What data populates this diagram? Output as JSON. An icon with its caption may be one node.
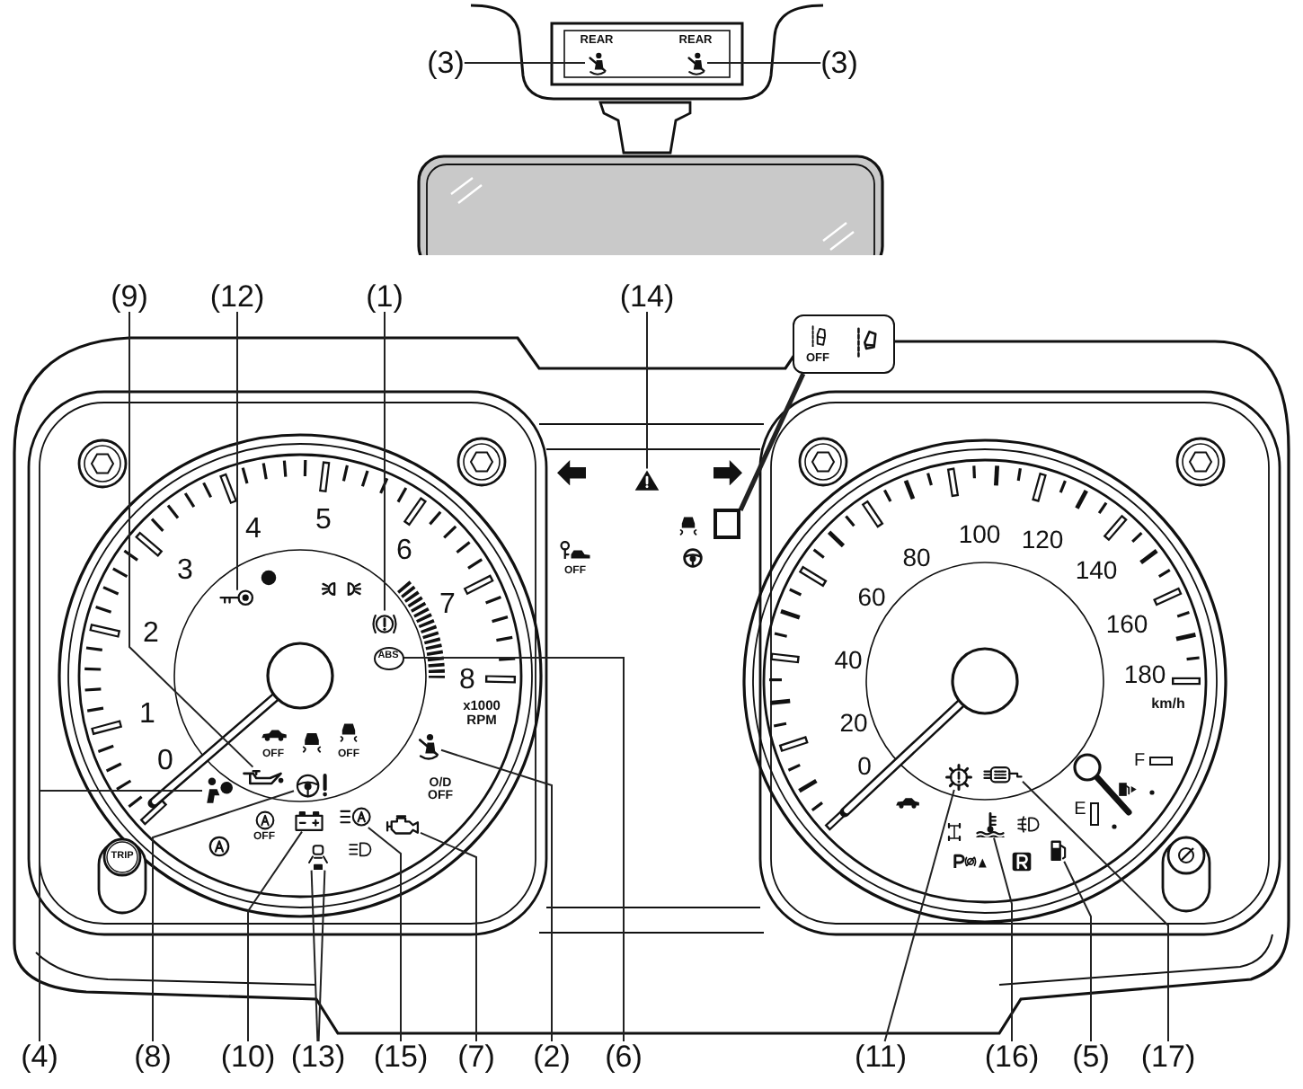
{
  "diagram": {
    "nodes": [
      {
        "text": [
          "(3)"
        ]
      },
      {
        "text": [],
        "shape": "picture",
        "beside": [
          "REAR"
        ]
      },
      {
        "text": [],
        "shape": "picture",
        "beside": [
          "REAR"
        ]
      },
      {
        "text": [
          "(3)"
        ]
      },
      {
        "text": [
          "(9)"
        ]
      },
      {
        "text": [
          "(12)"
        ]
      },
      {
        "text": [
          "(1)"
        ]
      },
      {
        "text": [
          "(14)"
        ]
      },
      {
        "text": [
          "OFF"
        ]
      },
      {
        "text": [],
        "shape": "picture"
      },
      {
        "text": [],
        "shape": "picture"
      },
      {
        "text": [],
        "shape": "picture"
      },
      {
        "text": [],
        "shape": "box"
      },
      {
        "text": [
          "ABS"
        ]
      },
      {
        "text": [],
        "shape": "picture"
      },
      {
        "text": [],
        "shape": "picture"
      },
      {
        "text": [],
        "shape": "picture"
      },
      {
        "text": [],
        "shape": "picture"
      },
      {
        "text": [],
        "shape": "picture"
      },
      {
        "text": [],
        "shape": "picture"
      },
      {
        "text": [],
        "shape": "picture"
      },
      {
        "text": [],
        "shape": "picture"
      },
      {
        "text": [],
        "shape": "picture"
      },
      {
        "text": [],
        "shape": "picture"
      },
      {
        "text": [],
        "shape": "picture"
      },
      {
        "text": [],
        "shape": "picture"
      },
      {
        "text": [
          "(4)"
        ]
      },
      {
        "text": [
          "(8)"
        ]
      },
      {
        "text": [
          "(10)"
        ]
      },
      {
        "text": [
          "(13)"
        ]
      },
      {
        "text": [
          "(15)"
        ]
      },
      {
        "text": [
          "(7)"
        ]
      },
      {
        "text": [
          "(2)"
        ]
      },
      {
        "text": [
          "(6)"
        ]
      },
      {
        "text": [
          "(11)"
        ]
      },
      {
        "text": [
          "(16)"
        ]
      },
      {
        "text": [
          "(5)"
        ]
      },
      {
        "text": [
          "(17)"
        ]
      }
    ],
    "edges": [
      {
        "from": 0,
        "to": 1,
        "arrow": "none"
      },
      {
        "from": 3,
        "to": 2,
        "arrow": "none"
      },
      {
        "from": 4,
        "to": 14,
        "arrow": "none"
      },
      {
        "from": 5,
        "to": 9,
        "arrow": "none"
      },
      {
        "from": 6,
        "to": 10,
        "arrow": "none"
      },
      {
        "from": 7,
        "to": 11,
        "arrow": "none"
      },
      {
        "from": 8,
        "to": 12,
        "arrow": "none",
        "style": "thick"
      },
      {
        "from": 26,
        "to": 17,
        "arrow": "none"
      },
      {
        "from": 27,
        "to": 16,
        "arrow": "none"
      },
      {
        "from": 28,
        "to": 18,
        "arrow": "none"
      },
      {
        "from": 29,
        "to": 21,
        "arrow": "none"
      },
      {
        "from": 29,
        "to": 21,
        "arrow": "none"
      },
      {
        "from": 30,
        "to": 19,
        "arrow": "none"
      },
      {
        "from": 31,
        "to": 20,
        "arrow": "none"
      },
      {
        "from": 32,
        "to": 15,
        "arrow": "none"
      },
      {
        "from": 33,
        "to": 13,
        "arrow": "none"
      },
      {
        "from": 34,
        "to": 22,
        "arrow": "none"
      },
      {
        "from": 35,
        "to": 24,
        "arrow": "none"
      },
      {
        "from": 36,
        "to": 25,
        "arrow": "none"
      },
      {
        "from": 37,
        "to": 23,
        "arrow": "none"
      }
    ],
    "labels": [
      "0",
      "1",
      "2",
      "3",
      "4",
      "5",
      "6",
      "7",
      "8",
      "x1000 RPM",
      "OFF",
      "0",
      "20",
      "40",
      "60",
      "80",
      "100",
      "120",
      "140",
      "160",
      "180",
      "km/h",
      "OFF",
      "OFF",
      "O/D OFF",
      "OFF",
      "TRIP",
      "F",
      "E"
    ]
  }
}
